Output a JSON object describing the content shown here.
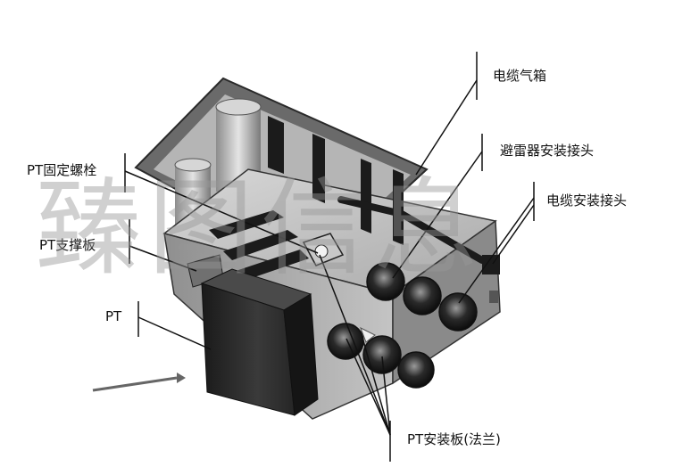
{
  "labels": {
    "gas_box": "电缆气箱",
    "arrester_connector": "避雷器安装接头",
    "cable_connector": "电缆安装接头",
    "pt_bolt": "PT固定螺栓",
    "pt_support": "PT支撑板",
    "pt": "PT",
    "pt_flange": "PT安装板(法兰)"
  },
  "watermark": "臻图信息",
  "colors": {
    "body_light": "#bdbdbd",
    "body_mid": "#9a9a9a",
    "body_dark": "#3a3a3a",
    "leader": "#111111"
  }
}
